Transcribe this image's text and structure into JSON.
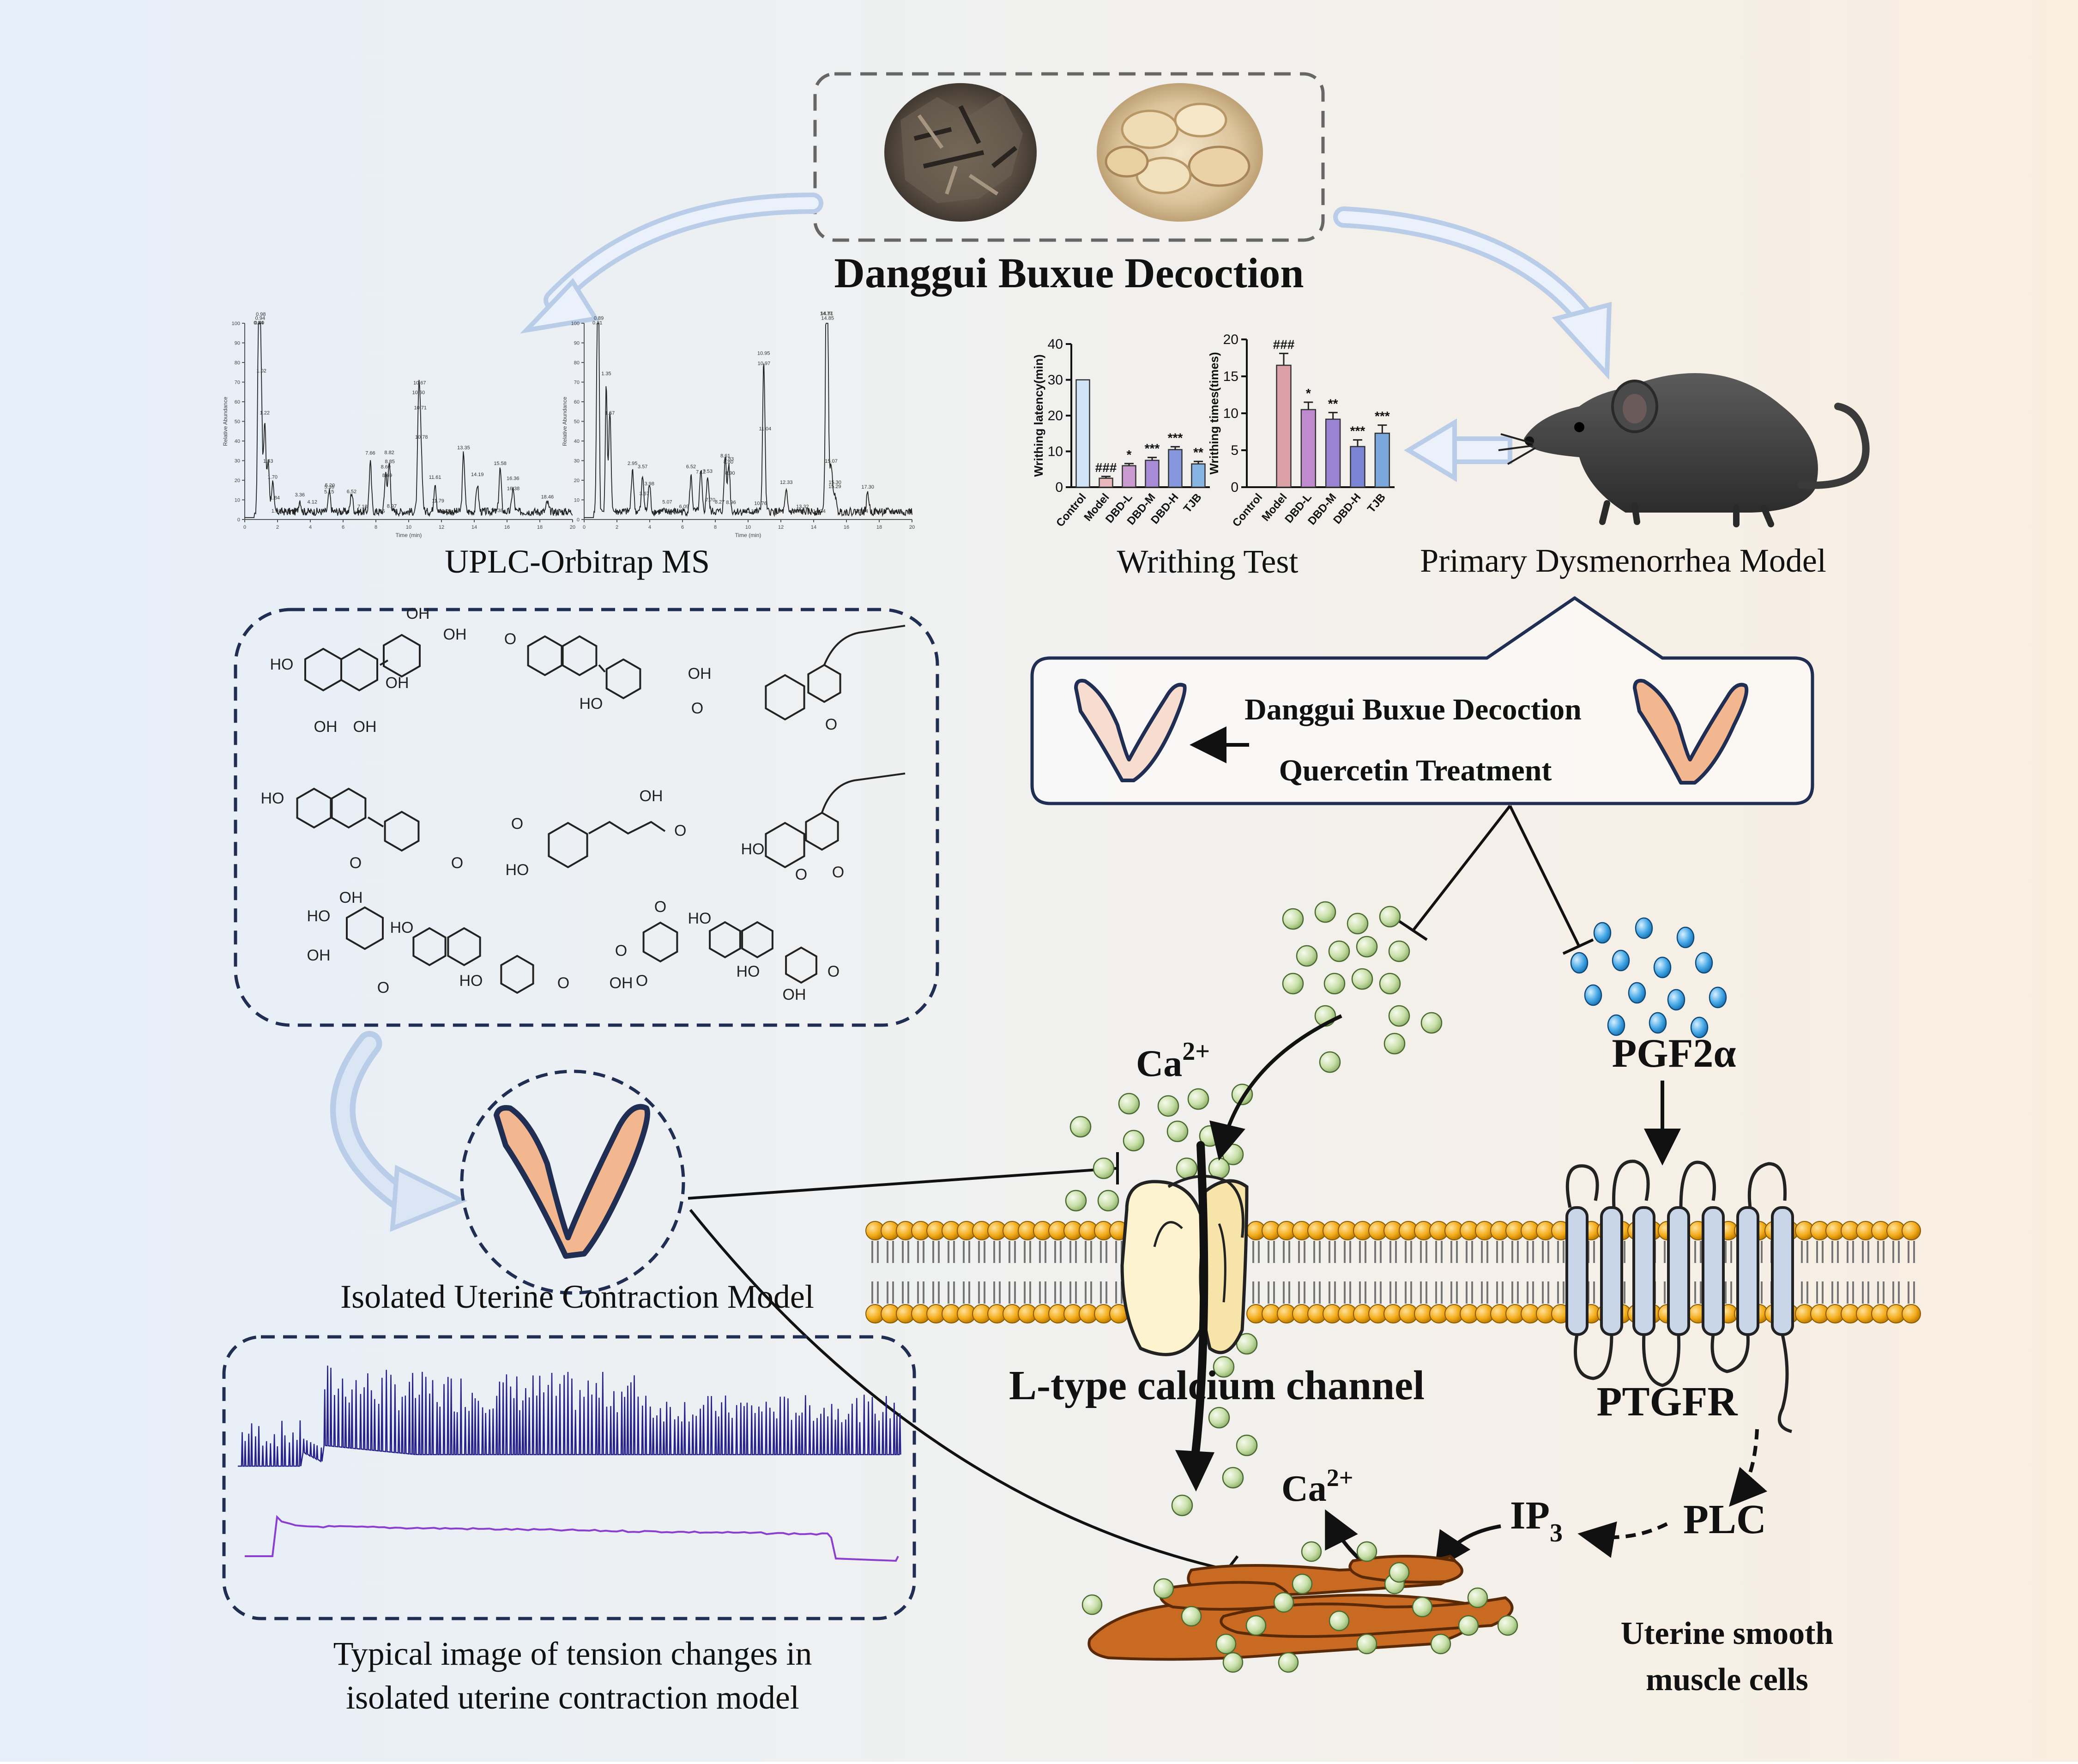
{
  "title": "Danggui Buxue Decoction",
  "labels": {
    "uplc": "UPLC-Orbitrap MS",
    "writhing_test": "Writhing Test",
    "pd_model": "Primary Dysmenorrhea Model",
    "treatment_line1": "Danggui Buxue Decoction",
    "treatment_line2": "Quercetin Treatment",
    "isolated_model": "Isolated Uterine Contraction Model",
    "tension_caption_1": "Typical image of tension changes in",
    "tension_caption_2": "isolated uterine contraction model",
    "ca_top": "Ca",
    "ca_sup": "2+",
    "ca_inner": "Ca",
    "ca_inner_sup": "2+",
    "pgf2a": "PGF2α",
    "l_type": "L-type calcium channel",
    "ptgfr": "PTGFR",
    "plc": "PLC",
    "ip3": "IP",
    "ip3_sub": "3",
    "cells_1": "Uterine smooth",
    "cells_2": "muscle cells"
  },
  "chromatograms": {
    "y_axis_label": "Relative Abundance",
    "x_axis_label": "Time (min)",
    "left_peak_labels": [
      "0.84",
      "0.94",
      "0.98",
      "0.89",
      "1.02",
      "1.22",
      "1.43",
      "1.70",
      "1.84",
      "1.93",
      "3.36",
      "4.12",
      "5.15",
      "5.16",
      "5.20",
      "6.52",
      "7.18",
      "7.66",
      "8.25",
      "8.60",
      "8.69",
      "8.97",
      "8.85",
      "8.82",
      "10.60",
      "10.67",
      "10.78",
      "10.71",
      "11.61",
      "11.79",
      "12.22",
      "13.35",
      "14.19",
      "15.38",
      "15.58",
      "16.36",
      "16.38",
      "18.46"
    ],
    "right_peak_labels": [
      "0.81",
      "0.89",
      "1.35",
      "1.57",
      "2.95",
      "3.57",
      "3.98",
      "3.67",
      "5.07",
      "5.26",
      "6.09",
      "6.52",
      "7.12",
      "7.53",
      "7.70",
      "8.61",
      "8.83",
      "8.27",
      "8.96",
      "8.80",
      "8.90",
      "10.13",
      "10.76",
      "10.95",
      "10.97",
      "11.04",
      "12.33",
      "13.06",
      "13.32",
      "14.77",
      "14.34",
      "14.85",
      "14.81",
      "15.07",
      "15.29",
      "15.30",
      "16.94",
      "17.30"
    ]
  },
  "chart_data": [
    {
      "type": "bar",
      "title": "",
      "ylabel": "Writhing latency(min)",
      "xlabel": "",
      "categories": [
        "Control",
        "Model",
        "DBD-L",
        "DBD-M",
        "DBD-H",
        "TJB"
      ],
      "values": [
        30,
        2.5,
        6,
        7.5,
        10.5,
        6.5
      ],
      "errors": [
        0,
        0.5,
        0.6,
        0.8,
        0.8,
        0.7
      ],
      "annotations": [
        "",
        "###",
        "*",
        "***",
        "***",
        "**"
      ],
      "ylim": [
        0,
        40
      ],
      "yticks": [
        0,
        10,
        20,
        30,
        40
      ],
      "colors": [
        "#cfe4f6",
        "#e9b8bc",
        "#c99ad0",
        "#a88bd6",
        "#8797de",
        "#86b4e3"
      ]
    },
    {
      "type": "bar",
      "title": "",
      "ylabel": "Writhing times(times)",
      "xlabel": "",
      "categories": [
        "Control",
        "Model",
        "DBD-L",
        "DBD-M",
        "DBD-H",
        "TJB"
      ],
      "values": [
        0,
        16.5,
        10.5,
        9.2,
        5.5,
        7.3
      ],
      "errors": [
        0,
        1.6,
        1.0,
        0.9,
        0.9,
        1.1
      ],
      "annotations": [
        "",
        "###",
        "*",
        "**",
        "***",
        "***"
      ],
      "ylim": [
        0,
        20
      ],
      "yticks": [
        0,
        5,
        10,
        15,
        20
      ],
      "colors": [
        "#cfe4f6",
        "#dba1a6",
        "#c08bce",
        "#9a83d3",
        "#7a85d6",
        "#7aa8dc"
      ]
    }
  ],
  "compounds": {
    "labels": [
      "OH",
      "OH",
      "HO",
      "OH",
      "OH",
      "OH",
      "O",
      "HO",
      "OH",
      "O",
      "O",
      "HO",
      "O",
      "O",
      "O",
      "OH",
      "O",
      "HO",
      "HO",
      "O",
      "O",
      "OH",
      "HO",
      "OH",
      "O",
      "HO",
      "HO",
      "O",
      "O",
      "O",
      "OH",
      "O",
      "HO",
      "HO",
      "OH",
      "O",
      "O",
      "O",
      "O",
      "OH",
      "OH",
      "O"
    ]
  },
  "colors": {
    "bg_left": "#e7f0fa",
    "bg_right": "#f9efe2",
    "uterus_fill": "#f3b790",
    "uterus_stroke": "#1f2e52",
    "ca_fill": "#c8dfa8",
    "pgf_fill": "#3ea0dd",
    "lipid_head": "#f0a91c",
    "muscle": "#c96a22",
    "trace_blue": "#26208c",
    "trace_purple": "#8a3fd1",
    "arrow_light": "#b9cde8"
  }
}
